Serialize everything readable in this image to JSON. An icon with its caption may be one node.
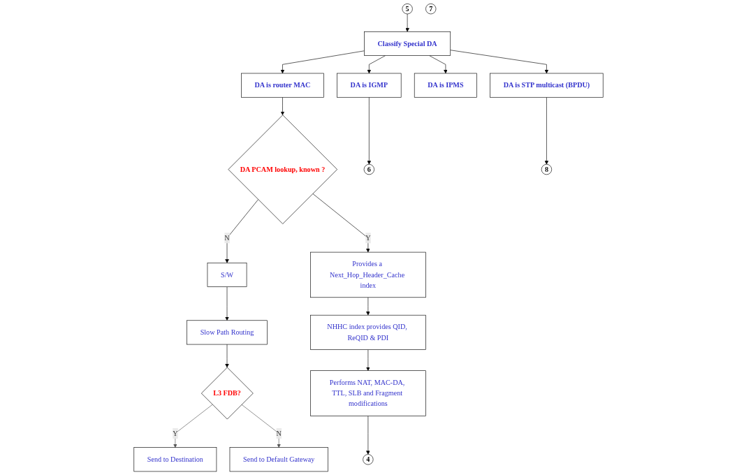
{
  "diagram": {
    "nodes": [
      {
        "text": [
          "5"
        ]
      },
      {
        "text": [
          "Classify Special DA"
        ]
      },
      {
        "text": [
          "DA is router MAC"
        ]
      },
      {
        "text": [
          "DA is IGMP"
        ]
      },
      {
        "text": [
          "DA is IPMS"
        ]
      },
      {
        "text": [
          "DA is STP multicast (BPDU)"
        ]
      },
      {
        "text": [
          "DA PCAM lookup, known ?"
        ]
      },
      {
        "text": [
          "6"
        ]
      },
      {
        "text": [
          "S/W"
        ]
      },
      {
        "text": [
          "7"
        ]
      },
      {
        "text": [
          "Slow Path Routing"
        ]
      },
      {
        "text": [
          "L3 FDB?"
        ]
      },
      {
        "text": [
          "8"
        ]
      },
      {
        "text": [
          "Send to Destination"
        ]
      },
      {
        "text": [
          "Send to Default Gateway"
        ]
      },
      {
        "text": [
          "Provides a Next_Hop_Header_Cache index"
        ]
      },
      {
        "text": [
          "NHHC index provides QID, ReQID & PDI"
        ]
      },
      {
        "text": [
          "Performs NAT, MAC-DA, TTL, SLB and Fragment modifications"
        ]
      },
      {
        "text": [
          "4"
        ]
      }
    ],
    "edges": [
      {
        "from": 0,
        "to": 1,
        "arrow": "to"
      },
      {
        "from": 1,
        "to": 2,
        "arrow": "to"
      },
      {
        "from": 1,
        "to": 3,
        "arrow": "to"
      },
      {
        "from": 1,
        "to": 4,
        "arrow": "to"
      },
      {
        "from": 1,
        "to": 5,
        "arrow": "to"
      },
      {
        "from": 2,
        "to": 6,
        "arrow": "to"
      },
      {
        "from": 3,
        "to": 7,
        "arrow": "to"
      },
      {
        "from": 5,
        "to": 12,
        "arrow": "to"
      },
      {
        "from": 6,
        "to": 8,
        "arrow": "to",
        "label": "N"
      },
      {
        "from": 6,
        "to": 15,
        "arrow": "to",
        "label": "Y"
      },
      {
        "from": 8,
        "to": 10,
        "arrow": "to"
      },
      {
        "from": 10,
        "to": 11,
        "arrow": "to"
      },
      {
        "from": 11,
        "to": 13,
        "arrow": "to",
        "label": "Y",
        "color": "#555555"
      },
      {
        "from": 11,
        "to": 14,
        "arrow": "to",
        "label": "N",
        "color": "#555555"
      },
      {
        "from": 15,
        "to": 16,
        "arrow": "to"
      },
      {
        "from": 16,
        "to": 17,
        "arrow": "to"
      },
      {
        "from": 17,
        "to": 18,
        "arrow": "to"
      }
    ]
  }
}
